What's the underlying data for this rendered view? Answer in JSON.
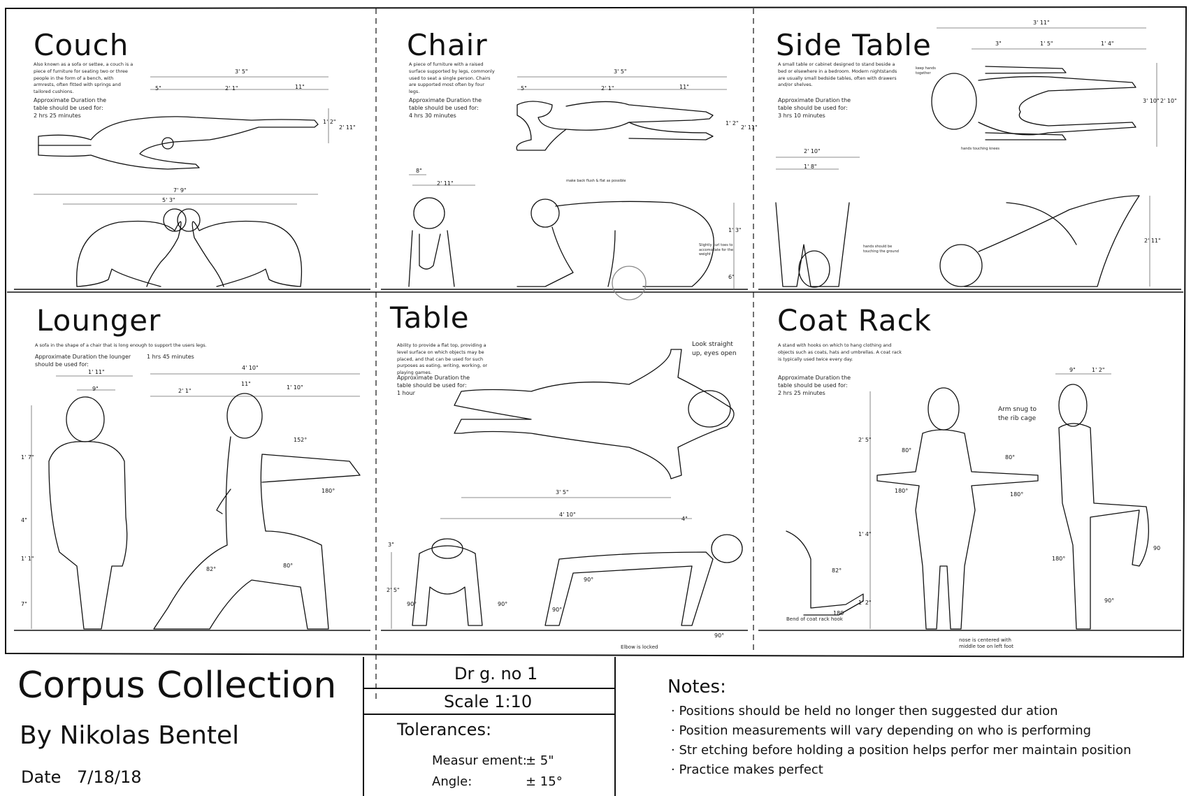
{
  "panels": {
    "couch": {
      "title": "Couch",
      "desc": "Also known as a sofa or settee, a couch is a piece of furniture for seating two or three people in the form of a bench, with armrests, often fitted with springs and tailored cushions.",
      "dur_label": "Approximate Duration the table should be used for:",
      "dur_value": "2 hrs 25 minutes",
      "dims": [
        "3' 5\"",
        "5\"",
        "2' 1\"",
        "11\"",
        "1' 2\"",
        "2' 11\"",
        "7' 9\"",
        "5' 3\""
      ]
    },
    "chair": {
      "title": "Chair",
      "desc": "A piece of furniture with a raised surface supported by legs, commonly used to seat a single person. Chairs are supported most often by four legs.",
      "dur_label": "Approximate Duration the table should be used for:",
      "dur_value": "4 hrs 30 minutes",
      "dims": [
        "3' 5\"",
        "5\"",
        "2' 1\"",
        "11\"",
        "1' 2\"",
        "2' 11\"",
        "8\"",
        "2' 11\"",
        "1' 3\"",
        "6\""
      ],
      "notes": [
        "make back flush & flat as possible",
        "Slightly curl toes to accomodate for the weight"
      ]
    },
    "side_table": {
      "title": "Side Table",
      "desc": "A small table or cabinet designed to stand beside a bed or elsewhere in a bedroom. Modern nightstands are usually small bedside tables, often with drawers and/or shelves.",
      "dur_label": "Approximate Duration the table should be used for:",
      "dur_value": "3 hrs 10 minutes",
      "dims": [
        "3' 11\"",
        "3\"",
        "1' 5\"",
        "1' 4\"",
        "3' 10\"",
        "2' 10\"",
        "2' 10\"",
        "1' 8\"",
        "2' 11\""
      ],
      "notes": [
        "keep hands together",
        "hands touching knees",
        "hands should be touching the ground"
      ]
    },
    "lounger": {
      "title": "Lounger",
      "desc": "A sofa in the shape of a chair that is long enough to support the users legs.",
      "dur_label": "Approximate Duration the lounger should be used for:",
      "dur_value": "1 hrs 45 minutes",
      "dims": [
        "1' 11\"",
        "9\"",
        "4' 10\"",
        "2' 1\"",
        "11\"",
        "1' 10\"",
        "1' 7\"",
        "4\"",
        "1' 1\"",
        "7\""
      ],
      "angles": [
        "152°",
        "180°",
        "82°",
        "80°"
      ]
    },
    "table": {
      "title": "Table",
      "desc": "Ability to provide a flat top, providing a level surface on which objects may be placed, and that can be used for such purposes as eating, writing, working, or playing games.",
      "dur_label": "Approximate Duration the table should be used for:",
      "dur_value": "1 hour",
      "callout": "Look straight up, eyes open",
      "dims": [
        "3' 5\"",
        "4' 10\"",
        "4\"",
        "2' 5\"",
        "3\""
      ],
      "angles": [
        "90°",
        "90°",
        "90°",
        "90°",
        "90°"
      ],
      "notes": [
        "Elbow is locked"
      ]
    },
    "coat_rack": {
      "title": "Coat Rack",
      "desc": "A stand with hooks on which to hang clothing and objects such as coats, hats and umbrellas. A coat rack is typically used twice every day.",
      "dur_label": "Approximate Duration the table should be used for:",
      "dur_value": "2 hrs 25 minutes",
      "callout": "Arm snug to the rib cage",
      "dims": [
        "9\"",
        "1' 2\"",
        "2' 5\"",
        "1' 4\"",
        "1' 2\""
      ],
      "angles": [
        "80°",
        "80°",
        "180°",
        "180°",
        "82°",
        "180",
        "90",
        "180°",
        "90°"
      ],
      "notes": [
        "Bend of coat rack hook",
        "nose is centered with middle toe on left foot"
      ]
    }
  },
  "title_block": {
    "title": "Corpus Collection",
    "author": "By Nikolas Bentel",
    "date_label": "Date",
    "date_value": "7/18/18",
    "drawing_no": "Dr g. no 1",
    "scale": "Scale 1:10",
    "tolerances_label": "Tolerances:",
    "measurement_label": "Measur ement:",
    "measurement_value": "± 5\"",
    "angle_label": "Angle:",
    "angle_value": "± 15°",
    "notes_label": "Notes:",
    "notes": [
      "Positions should be held no longer then suggested dur ation",
      "Position measurements will vary depending on who is performing",
      "Str etching before holding a position helps perfor mer maintain position",
      "Practice makes perfect"
    ]
  }
}
